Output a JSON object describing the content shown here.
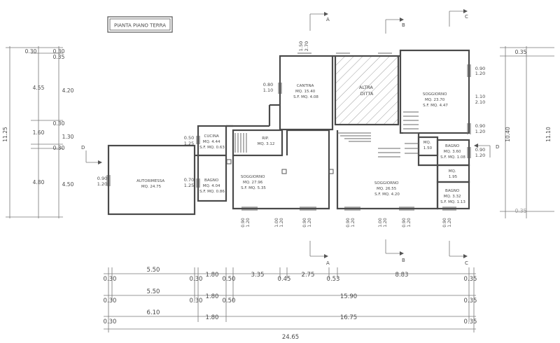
{
  "title": "PIANTA PIANO TERRA",
  "rooms": [
    {
      "id": "cantina",
      "lines": [
        "CANTINA",
        "MQ. 15.40",
        "S.F. MQ. 4.08"
      ]
    },
    {
      "id": "altra-ditta",
      "lines": [
        "ALTRA",
        "DITTA"
      ]
    },
    {
      "id": "soggiorno-right-top",
      "lines": [
        "SOGGIORNO",
        "MQ. 23.70",
        "S.F. MQ. 4.47"
      ]
    },
    {
      "id": "cucina",
      "lines": [
        "CUCINA",
        "MQ. 4.44",
        "S.F. MQ. 0.63"
      ]
    },
    {
      "id": "rip",
      "lines": [
        "RIP.",
        "MQ. 3.12"
      ]
    },
    {
      "id": "autorimessa",
      "lines": [
        "AUTORIMESSA",
        "MQ. 24.75"
      ]
    },
    {
      "id": "bagno-left",
      "lines": [
        "BAGNO",
        "MQ. 4.04",
        "S.F. MQ. 0.86"
      ]
    },
    {
      "id": "soggiorno-left",
      "lines": [
        "SOGGIORNO",
        "MQ. 27.96",
        "S.F. MQ. 5.35"
      ]
    },
    {
      "id": "soggiorno-center",
      "lines": [
        "SOGGIORNO",
        "MQ. 26.55",
        "S.F. MQ. 4.20"
      ]
    },
    {
      "id": "mq-small",
      "lines": [
        "MQ.",
        "1.50"
      ]
    },
    {
      "id": "bagno-mid",
      "lines": [
        "BAGNO",
        "MQ. 3.60",
        "S.F. MQ. 1.08"
      ]
    },
    {
      "id": "mq-right",
      "lines": [
        "MQ.",
        "1.95"
      ]
    },
    {
      "id": "bagno-right",
      "lines": [
        "BAGNO",
        "MQ. 3.32",
        "S.F. MQ. 1.13"
      ]
    }
  ],
  "section_marks": {
    "a": "A",
    "b": "B",
    "c": "C",
    "d": "D"
  },
  "left_dims": {
    "total": "11.25",
    "outer": [
      "0.30",
      "4.55",
      "1.60",
      "4.80"
    ],
    "inner": [
      "0.30",
      "0.35",
      "4.20",
      "0.30",
      "1.30",
      "0.30",
      "4.50"
    ]
  },
  "right_dims": {
    "outer": [
      "0.35",
      "11.10"
    ],
    "inner": [
      "10.40",
      "0.35"
    ]
  },
  "interior_dims": [
    "1.50",
    "2.70",
    "0.80",
    "1.10",
    "0.90",
    "1.20",
    "1.10",
    "2.10",
    "0.90",
    "1.20",
    "0.90",
    "1.20",
    "0.50",
    "1.25",
    "0.70",
    "1.25",
    "0.90",
    "1.20"
  ],
  "bottom_window_dims": [
    "0.90",
    "1.20",
    "1.00",
    "1.20",
    "0.90",
    "1.20",
    "0.90",
    "1.20",
    "1.00",
    "1.20",
    "0.90",
    "1.20",
    "0.90",
    "1.20"
  ],
  "bottom_dims": {
    "row1": [
      "0.30",
      "5.50",
      "0.30",
      "1.80",
      "0.50",
      "3.35",
      "0.45",
      "2.75",
      "0.53",
      "8.83",
      "0.35"
    ],
    "row2": [
      "0.30",
      "5.50",
      "0.30",
      "1.80",
      "0.50",
      "15.90",
      "0.35"
    ],
    "row3": [
      "0.30",
      "6.10",
      "1.80",
      "16.75",
      "0.35"
    ],
    "total": "24.65"
  }
}
